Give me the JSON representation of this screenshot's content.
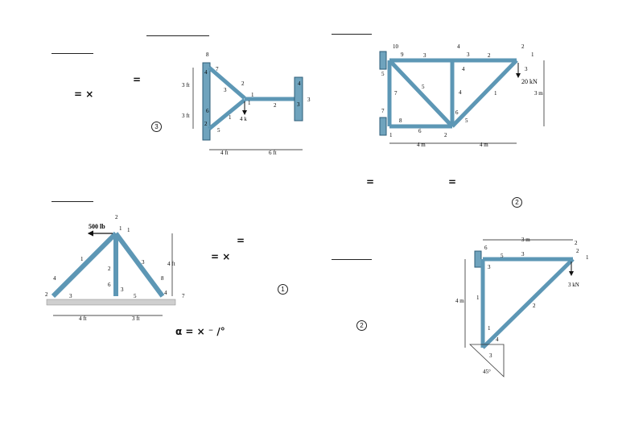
{
  "margin_symbols": {
    "eq_1": "=",
    "eq_x_1": "=   ×",
    "eq_2": "=",
    "eq_x_2": "=   ×",
    "eq_3": "=",
    "eq_4": "=",
    "alpha_line": "α =     ×   ⁻ /°",
    "circle_3": "3",
    "circle_2a": "2",
    "circle_1": "1",
    "circle_2b": "2"
  },
  "truss_wall": {
    "dim_3ft_top": "3 ft",
    "dim_3ft_bottom": "3 ft",
    "dim_4ft": "4 ft",
    "dim_6ft": "6 ft",
    "load": "4 k",
    "dof_labels": [
      "8",
      "7",
      "6",
      "5",
      "2",
      "1",
      "4",
      "3"
    ],
    "node_labels": [
      "4",
      "2",
      "1",
      "3"
    ],
    "element_labels": [
      "3",
      "1",
      "2"
    ]
  },
  "truss_bridge": {
    "load": "20 kN",
    "dim_4m_left": "4 m",
    "dim_4m_right": "4 m",
    "dim_3m": "3 m",
    "dof_labels": [
      "10",
      "9",
      "4",
      "3",
      "2",
      "1",
      "7",
      "8",
      "6",
      "5"
    ],
    "node_labels": [
      "5",
      "4",
      "3",
      "1",
      "2"
    ],
    "element_labels": [
      "3",
      "2",
      "5",
      "4",
      "1",
      "7",
      "6"
    ]
  },
  "truss_a": {
    "load": "500 lb",
    "dim_4ft_h": "4 ft",
    "dim_3ft_h": "3 ft",
    "dim_4ft_v": "4 ft",
    "dof_labels": [
      "2",
      "1",
      "4",
      "3",
      "6",
      "5",
      "8",
      "7"
    ],
    "node_labels": [
      "1",
      "2",
      "3",
      "4"
    ],
    "element_labels": [
      "1",
      "2",
      "3"
    ]
  },
  "truss_incline": {
    "dim_3m": "3 m",
    "dim_4m": "4 m",
    "load": "3 kN",
    "angle": "45°",
    "dof_labels": [
      "6",
      "5",
      "2",
      "1",
      "4",
      "3"
    ],
    "node_labels": [
      "3",
      "2",
      "1"
    ],
    "element_labels": [
      "3",
      "1",
      "2"
    ]
  }
}
